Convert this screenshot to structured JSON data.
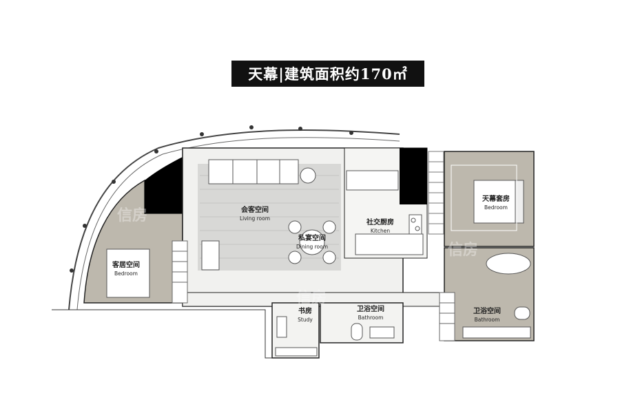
{
  "title": "天幕|建筑面积约170㎡",
  "rooms": {
    "living": {
      "cn": "会客空间",
      "en": "Living room"
    },
    "dining": {
      "cn": "私宴空间",
      "en": "Dining room"
    },
    "kitchen": {
      "cn": "社交厨房",
      "en": "Kitchen"
    },
    "master": {
      "cn": "天幕套房",
      "en": "Bedroom"
    },
    "guest": {
      "cn": "客居空间",
      "en": "Bedroom"
    },
    "study": {
      "cn": "书房",
      "en": "Study"
    },
    "bath_center": {
      "cn": "卫浴空间",
      "en": "Bathroom"
    },
    "bath_right": {
      "cn": "卫浴空间",
      "en": "Bathroom"
    }
  },
  "watermark": "信房",
  "colors": {
    "wall": "#1a1a1a",
    "floor_taupe": "#bdb8ad",
    "floor_light": "#f1f1ef",
    "rug": "#d8d8d6",
    "black_block": "#000000"
  }
}
